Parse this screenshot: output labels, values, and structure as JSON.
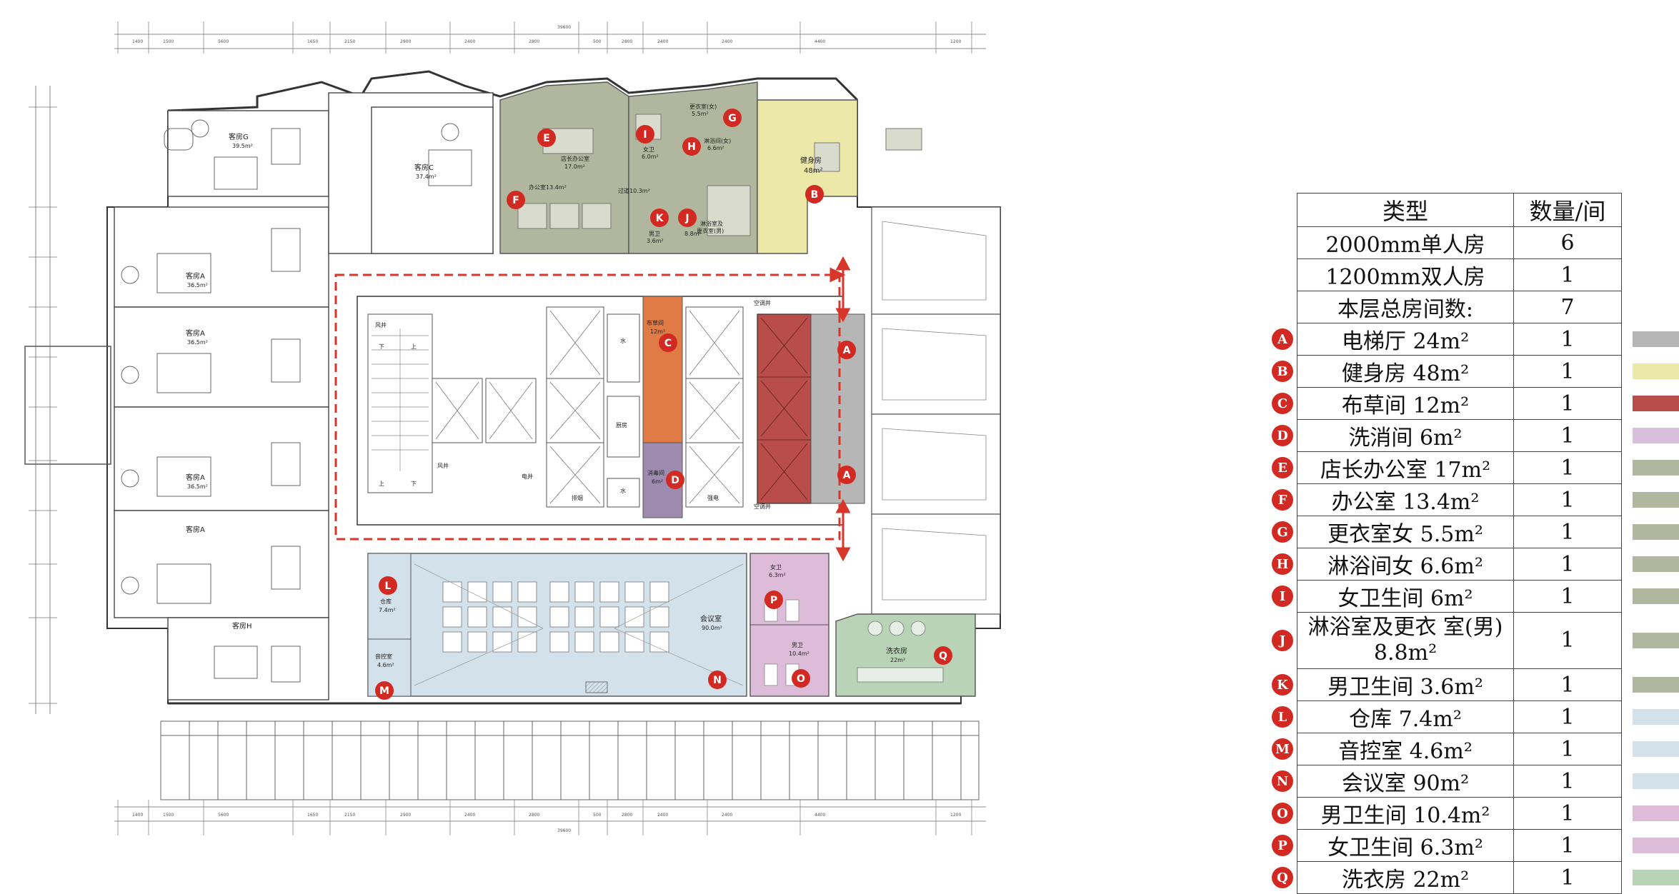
{
  "legend": {
    "header": {
      "type": "类型",
      "qty": "数量/间"
    },
    "summary": [
      {
        "label": "2000mm单人房",
        "qty": "6"
      },
      {
        "label": "1200mm双人房",
        "qty": "1"
      },
      {
        "label": "本层总房间数:",
        "qty": "7"
      }
    ],
    "rooms": [
      {
        "marker": "A",
        "label": "电梯厅  24m²",
        "qty": "1",
        "color": "#b6b6b6"
      },
      {
        "marker": "B",
        "label": "健身房  48m²",
        "qty": "1",
        "color": "#ece9a8"
      },
      {
        "marker": "C",
        "label": "布草间  12m²",
        "qty": "1",
        "color": "#b84d4a"
      },
      {
        "marker": "D",
        "label": "洗消间   6m²",
        "qty": "1",
        "color": "#d8bfdc"
      },
      {
        "marker": "E",
        "label": "店长办公室 17m²",
        "qty": "1",
        "color": "#b0b79e"
      },
      {
        "marker": "F",
        "label": "办公室  13.4m²",
        "qty": "1",
        "color": "#b0b79e"
      },
      {
        "marker": "G",
        "label": "更衣室女  5.5m²",
        "qty": "1",
        "color": "#b0b79e"
      },
      {
        "marker": "H",
        "label": "淋浴间女  6.6m²",
        "qty": "1",
        "color": "#b0b79e"
      },
      {
        "marker": "I",
        "label": "女卫生间   6m²",
        "qty": "1",
        "color": "#b0b79e"
      },
      {
        "marker": "J",
        "label": "淋浴室及更衣 室(男) 8.8m²",
        "qty": "1",
        "color": "#b0b79e",
        "tall": true
      },
      {
        "marker": "K",
        "label": "男卫生间  3.6m²",
        "qty": "1",
        "color": "#b0b79e"
      },
      {
        "marker": "L",
        "label": "仓库    7.4m²",
        "qty": "1",
        "color": "#d3e1ea"
      },
      {
        "marker": "M",
        "label": "音控室  4.6m²",
        "qty": "1",
        "color": "#d3e1ea"
      },
      {
        "marker": "N",
        "label": "会议室  90m²",
        "qty": "1",
        "color": "#d3e1ea"
      },
      {
        "marker": "O",
        "label": "男卫生间 10.4m²",
        "qty": "1",
        "color": "#dcbcd9"
      },
      {
        "marker": "P",
        "label": "女卫生间 6.3m²",
        "qty": "1",
        "color": "#dcbcd9"
      },
      {
        "marker": "Q",
        "label": "洗衣房  22m²",
        "qty": "1",
        "color": "#b9d3b6"
      }
    ]
  },
  "plan": {
    "dims_top": [
      "1400",
      "1500",
      "5600",
      "1650",
      "2150",
      "2900",
      "2400",
      "2800",
      "500",
      "2800",
      "2400",
      "2400",
      "4400",
      "1200"
    ],
    "total_dim": "39600",
    "rooms": {
      "guest_g": "客房G",
      "guest_g_area": "39.5m²",
      "guest_c": "客房C",
      "guest_c_area": "37.4m²",
      "guest_a": "客房A",
      "guest_a_area": "36.5m²",
      "guest_h": "客房H",
      "manager_office": "店长办公室",
      "manager_area": "17.0m²",
      "female_wc": "女卫",
      "female_wc_area": "6.0m²",
      "changing_f": "更衣室(女)",
      "changing_f_area": "5.5m²",
      "shower_f": "淋浴间(女)",
      "shower_f_area": "6.6m²",
      "office": "办公室13.4m²",
      "corridor": "过道10.3m²",
      "male_wc": "男卫",
      "male_wc_area": "3.6m²",
      "shower_m": "淋浴室及",
      "shower_m2": "更衣室(男)",
      "shower_m_area": "8.8m²",
      "gym": "健身房",
      "gym_area": "48m²",
      "linen": "布草间",
      "linen_area": "12m²",
      "disinfect": "消毒间",
      "disinfect_area": "6m²",
      "storage": "仓库",
      "storage_area": "7.4m²",
      "av_room": "音控室",
      "av_area": "4.6m²",
      "meeting": "会议室",
      "meeting_area": "90.0m²",
      "female_wc2": "女卫",
      "female_wc2_area": "6.3m²",
      "male_wc2": "男卫",
      "male_wc2_area": "10.4m²",
      "laundry": "洗衣房",
      "laundry_area": "22m²",
      "up": "上",
      "down": "下",
      "wind_well": "风井",
      "water": "水",
      "kitchen": "厨房",
      "elec_well": "电井",
      "smoke": "排烟",
      "ac_well": "空调井",
      "strong_elec": "强电"
    },
    "markers": [
      "A",
      "B",
      "C",
      "D",
      "E",
      "F",
      "G",
      "H",
      "I",
      "J",
      "K",
      "L",
      "M",
      "N",
      "O",
      "P",
      "Q"
    ]
  }
}
